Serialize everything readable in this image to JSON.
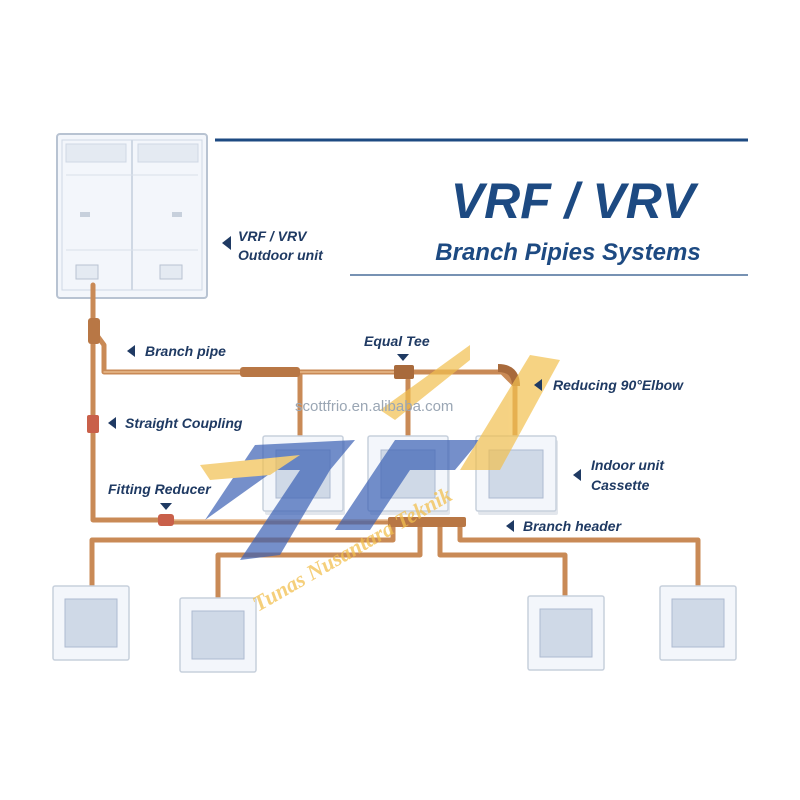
{
  "title": {
    "line1": "VRF / VRV",
    "line2": "Branch Pipies Systems"
  },
  "labels": {
    "outdoor_unit_1": "VRF / VRV",
    "outdoor_unit_2": "Outdoor unit",
    "branch_pipe": "Branch pipe",
    "equal_tee": "Equal Tee",
    "reducing_elbow": "Reducing 90°Elbow",
    "straight_coupling": "Straight Coupling",
    "indoor_unit_1": "Indoor unit",
    "indoor_unit_2": "Cassette",
    "fitting_reducer": "Fitting Reducer",
    "branch_header": "Branch header"
  },
  "watermarks": {
    "site": "scottfrio.en.alibaba.com",
    "brand": "Tunas Nusantara Teknik"
  },
  "colors": {
    "title": "#1d4a82",
    "label": "#1f3a63",
    "pipe": "#c98a56",
    "unit_frame": "#c7d0dc",
    "watermark_blue": "#3b61b5",
    "watermark_yellow": "#f2c04f"
  }
}
